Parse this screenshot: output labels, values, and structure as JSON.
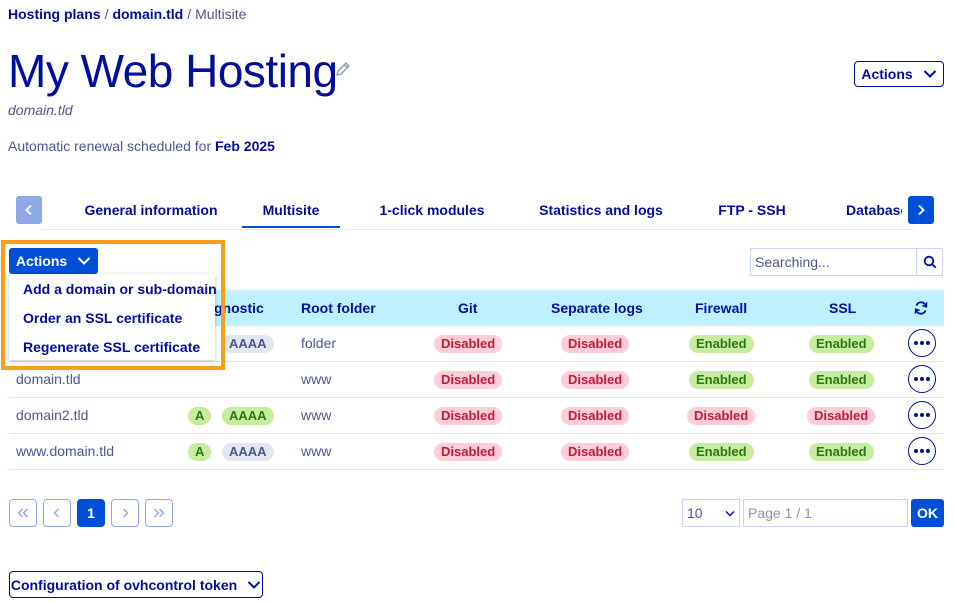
{
  "breadcrumb": {
    "item1": "Hosting plans",
    "item2": "domain.tld",
    "current": "Multisite",
    "sep": "/"
  },
  "header": {
    "title": "My Web Hosting",
    "subtitle": "domain.tld",
    "renewal_text": "Automatic renewal scheduled for ",
    "renewal_date": "Feb 2025",
    "actions_label": "Actions"
  },
  "tabs": [
    {
      "label": "General information"
    },
    {
      "label": "Multisite"
    },
    {
      "label": "1-click modules"
    },
    {
      "label": "Statistics and logs"
    },
    {
      "label": "FTP - SSH"
    },
    {
      "label": "Databases"
    }
  ],
  "toolbar": {
    "actions_label": "Actions",
    "menu": [
      "Add a domain or sub-domain",
      "Order an SSL certificate",
      "Regenerate SSL certificate"
    ],
    "search_placeholder": "Searching..."
  },
  "table": {
    "headers": {
      "diagnostic": "gnostic",
      "root": "Root folder",
      "git": "Git",
      "logs": "Separate logs",
      "firewall": "Firewall",
      "ssl": "SSL"
    },
    "rows": [
      {
        "domain": "",
        "a": "",
        "aaaa": "AAAA",
        "root": "folder",
        "git": "Disabled",
        "logs": "Disabled",
        "firewall": "Enabled",
        "ssl": "Enabled"
      },
      {
        "domain": "domain.tld",
        "a": "",
        "aaaa": "",
        "root": "www",
        "git": "Disabled",
        "logs": "Disabled",
        "firewall": "Enabled",
        "ssl": "Enabled"
      },
      {
        "domain": "domain2.tld",
        "a": "A",
        "aaaa": "AAAA",
        "root": "www",
        "git": "Disabled",
        "logs": "Disabled",
        "firewall": "Disabled",
        "ssl": "Disabled"
      },
      {
        "domain": "www.domain.tld",
        "a": "A",
        "aaaa": "AAAA",
        "root": "www",
        "git": "Disabled",
        "logs": "Disabled",
        "firewall": "Enabled",
        "ssl": "Enabled"
      }
    ]
  },
  "pagination": {
    "current": "1",
    "per_page": "10",
    "page_placeholder": "Page 1 / 1",
    "ok": "OK"
  },
  "footer": {
    "token_label": "Configuration of ovhcontrol token"
  },
  "colors": {
    "primary": "#0050d7",
    "dark": "#000e9c",
    "highlight": "#f99d1c",
    "header_bg": "#bef1ff"
  }
}
